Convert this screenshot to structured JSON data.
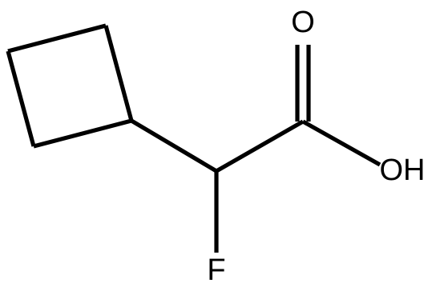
{
  "molecule": {
    "atoms": {
      "carbonyl_oxygen": "O",
      "hydroxyl": "OH",
      "fluorine": "F"
    }
  }
}
